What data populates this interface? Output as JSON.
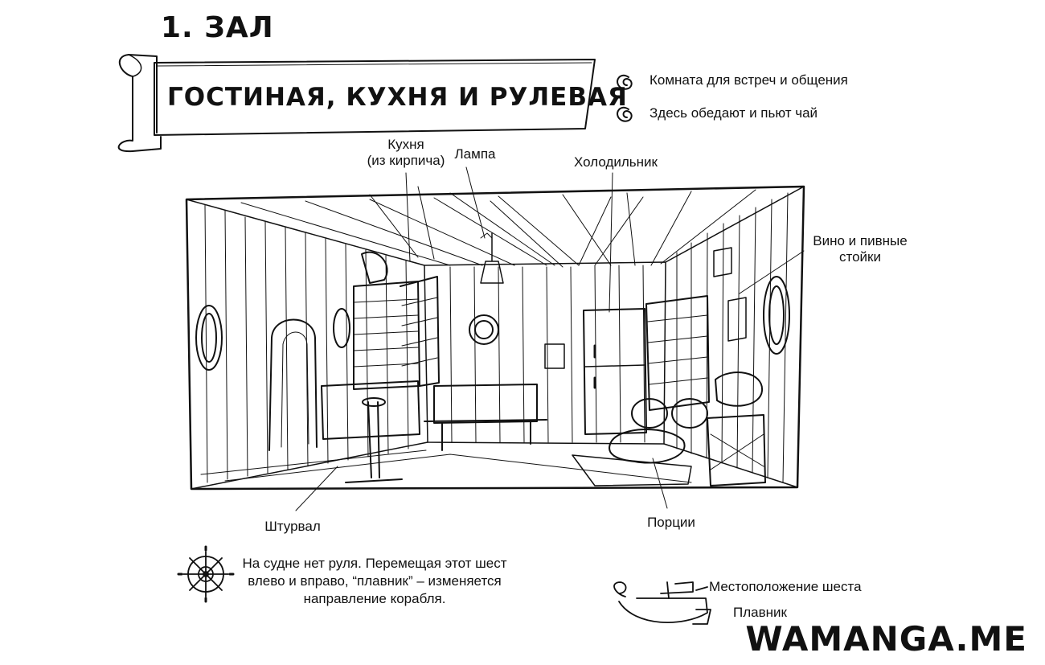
{
  "heading": "1. ЗАЛ",
  "banner_title": "ГОСТИНАЯ, КУХНЯ И РУЛЕВАЯ",
  "notes": [
    "Комната для встреч и общения",
    "Здесь обедают и пьют чай"
  ],
  "labels": {
    "kitchen": "Кухня",
    "kitchen_sub": "(из кирпича)",
    "lamp": "Лампа",
    "fridge": "Холодильник",
    "wine_1": "Вино и пивные",
    "wine_2": "стойки",
    "helm": "Штурвал",
    "portions": "Порции"
  },
  "description": "На судне нет руля. Перемещая этот шест влево и вправо, “плавник” – изменяется направление корабля.",
  "diagram_labels": {
    "pole_position": "Местоположение шеста",
    "fin": "Плавник"
  },
  "watermark": "WAMANGA.ME"
}
